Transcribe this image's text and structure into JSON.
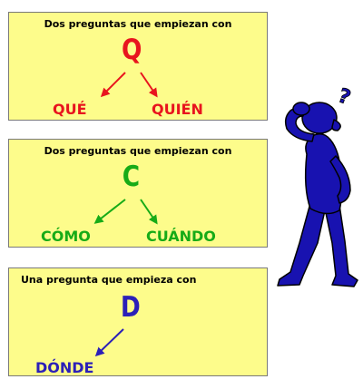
{
  "colors": {
    "card_background": "#fdfc8b",
    "q_color": "#e8141e",
    "c_color": "#17ab17",
    "d_color": "#2b1fb8",
    "figure_color": "#1812b0"
  },
  "cards": [
    {
      "intro": "Dos preguntas que empiezan con",
      "letter": "Q",
      "words": [
        "QUÉ",
        "QUIÉN"
      ]
    },
    {
      "intro": "Dos preguntas que empiezan con",
      "letter": "C",
      "words": [
        "CÓMO",
        "CUÁNDO"
      ]
    },
    {
      "intro": "Una pregunta que empieza con",
      "letter": "D",
      "words": [
        "DÓNDE"
      ]
    }
  ],
  "illustration": {
    "icon": "thinking-person-icon",
    "glyph": "?"
  }
}
